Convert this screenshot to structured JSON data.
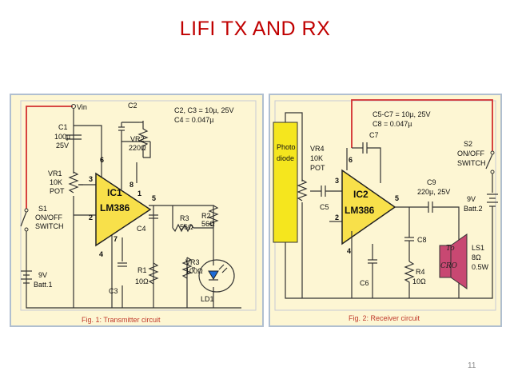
{
  "slide": {
    "title": "LIFI TX AND RX",
    "page_number": "11"
  },
  "transmitter": {
    "caption": "Fig. 1: Transmitter circuit",
    "ic_ref": "IC1",
    "ic_name": "LM386",
    "vin": "Vin",
    "c1": [
      "C1",
      "100µ",
      "25V"
    ],
    "c2": "C2",
    "notes": [
      "C2, C3 = 10µ, 25V",
      "C4 = 0.047µ"
    ],
    "vr1": [
      "VR1",
      "10K",
      "POT"
    ],
    "vr2": [
      "VR2",
      "220Ω"
    ],
    "vr3": [
      "VR3",
      "100Ω"
    ],
    "r1": [
      "R1",
      "10Ω"
    ],
    "r2": [
      "R2",
      "56Ω"
    ],
    "r3": [
      "R3",
      "56Ω"
    ],
    "c3": "C3",
    "c4": "C4",
    "led": "LD1",
    "switch": [
      "S1",
      "ON/OFF",
      "SWITCH"
    ],
    "battery": [
      "9V",
      "Batt.1"
    ],
    "pins": [
      "6",
      "3",
      "2",
      "8",
      "1",
      "5",
      "7",
      "4"
    ]
  },
  "receiver": {
    "caption": "Fig. 2: Receiver circuit",
    "ic_ref": "IC2",
    "ic_name": "LM386",
    "photodiode": [
      "Photo",
      "diode"
    ],
    "notes": [
      "C5-C7 = 10µ, 25V",
      "C8 = 0.047µ"
    ],
    "vr4": [
      "VR4",
      "10K",
      "POT"
    ],
    "c5": "C5",
    "c6": "C6",
    "c7": "C7",
    "c8": "C8",
    "c9": [
      "C9",
      "220µ, 25V"
    ],
    "r4": [
      "R4",
      "10Ω"
    ],
    "switch": [
      "S2",
      "ON/OFF",
      "SWITCH"
    ],
    "battery": [
      "9V",
      "Batt.2"
    ],
    "speaker": [
      "LS1",
      "8Ω",
      "0.5W"
    ],
    "handwritten": [
      "To",
      "CRO"
    ],
    "pins": [
      "6",
      "3",
      "2",
      "5",
      "4"
    ]
  },
  "colors": {
    "title": "#c00000",
    "panel_bg": "#fdf6d3",
    "panel_border": "#b0bfd0",
    "photodiode": "#f5e61e",
    "supply_wire": "#d32f2f"
  }
}
